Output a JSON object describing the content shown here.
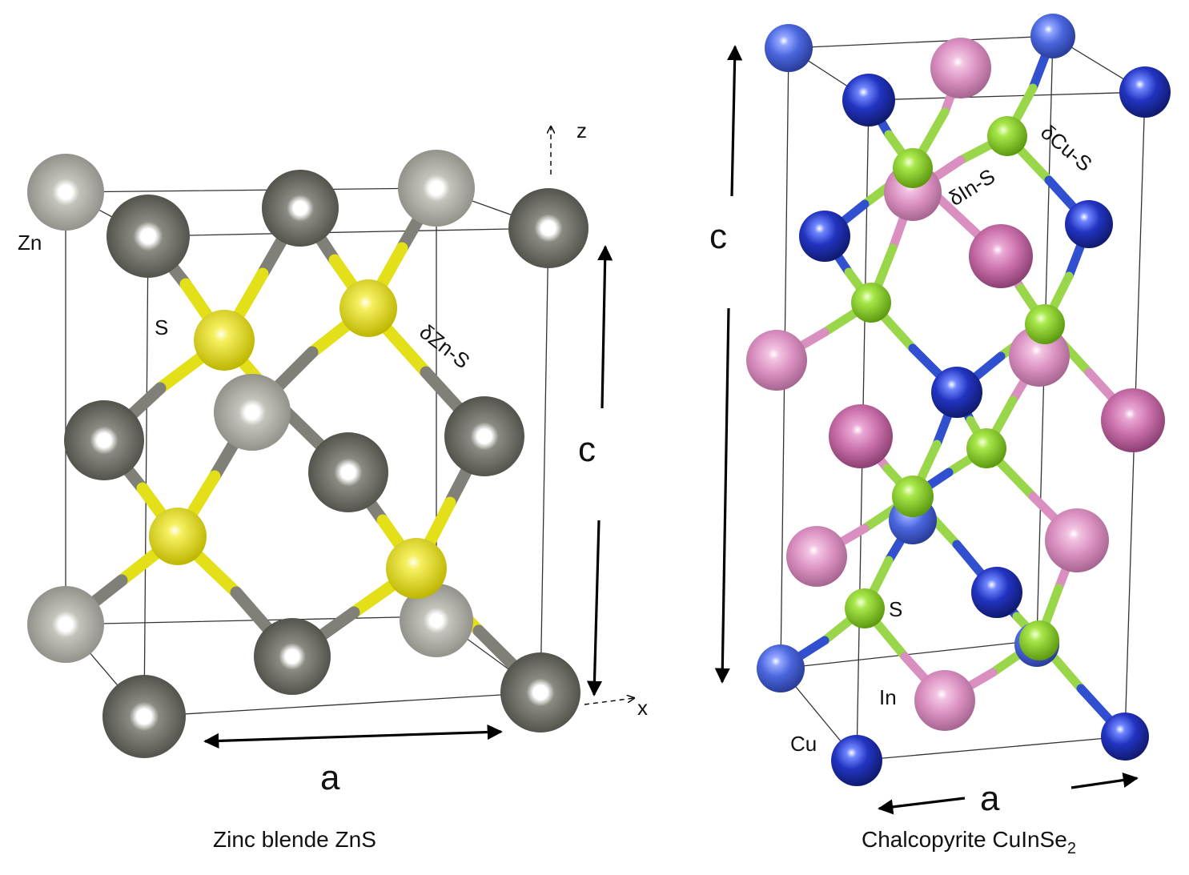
{
  "left_panel": {
    "caption": "Zinc blende ZnS",
    "labels": {
      "zn": "Zn",
      "s": "S",
      "bond": "δZn-S",
      "c": "c",
      "a": "a",
      "axis_z": "z",
      "axis_x": "x"
    }
  },
  "right_panel": {
    "caption_main": "Chalcopyrite CuInSe",
    "caption_sub": "2",
    "labels": {
      "c": "c",
      "a": "a",
      "bond_in": "δIn-S",
      "bond_cu": "δCu-S",
      "s": "S",
      "in": "In",
      "cu": "Cu"
    }
  },
  "colors": {
    "zn_dark": "#5f5f58",
    "zn_light": "#a8a8a0",
    "s_yellow": "#e6e000",
    "cu_blue": "#2233c0",
    "cu_light": "#4a66dd",
    "in_pink": "#c86ea8",
    "in_light": "#d98fc0",
    "s_green": "#8cd424",
    "bond_gray": "#808078",
    "bond_yellow": "#e3df18",
    "bond_blue": "#3050d0",
    "bond_pink": "#d98fc0",
    "bond_green": "#9ad64a"
  }
}
